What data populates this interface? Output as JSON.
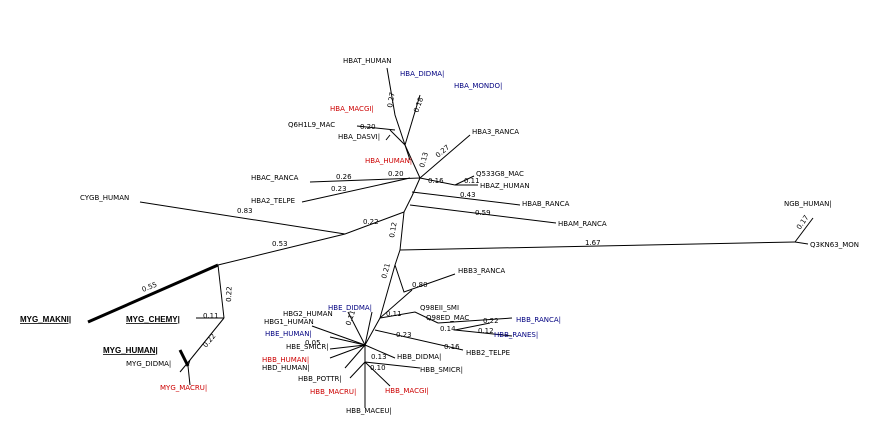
{
  "colors": {
    "black": "#000000",
    "red": "#cc0000",
    "blue": "#000080"
  },
  "tree": {
    "taxa": {
      "hbat_human": "HBAT_HUMAN",
      "hba_didma": "HBA_DIDMA|",
      "hba_mondo": "HBA_MONDO|",
      "hba_macgi": "HBA_MACGI|",
      "q6h1l9_mac": "Q6H1L9_MAC",
      "hba_dasvi": "HBA_DASVI|",
      "hba_human": "HBA_HUMAN|",
      "hba3_ranca": "HBA3_RANCA",
      "hbac_ranca": "HBAC_RANCA",
      "hba2_telpe": "HBA2_TELPE",
      "q533g8_mac": "Q533G8_MAC",
      "hbaz_human": "HBAZ_HUMAN",
      "hbab_ranca": "HBAB_RANCA",
      "hbam_ranca": "HBAM_RANCA",
      "cygb_human": "CYGB_HUMAN",
      "ngb_human": "NGB_HUMAN|",
      "q3kn63_mon": "Q3KN63_MON",
      "myg_makni": "MYG_MAKNI|",
      "myg_chemy": "MYG_CHEMY|",
      "myg_human": "MYG_HUMAN|",
      "myg_didma": "MYG_DIDMA|",
      "myg_macru": "MYG_MACRU|",
      "hbb3_ranca": "HBB3_RANCA",
      "hbe_didma": "HBE_DIDMA|",
      "hbg2_human": "HBG2_HUMAN",
      "hbg1_human": "HBG1_HUMAN",
      "hbe_human": "HBE_HUMAN|",
      "hbe_smicr": "HBE_SMICR|",
      "hbb_human": "HBB_HUMAN|",
      "hbd_human": "HBD_HUMAN|",
      "q98eii_smi": "Q98EII_SMI",
      "q98ed_mac": "Q98ED_MAC",
      "hbb_ranca": "HBB_RANCA|",
      "hbb_ranes": "HBB_RANES|",
      "hbb2_telpe": "HBB2_TELPE",
      "hbb_didma": "HBB_DIDMA|",
      "hbb_smicr": "HBB_SMICR|",
      "hbb_pottr": "HBB_POTTR|",
      "hbb_macru": "HBB_MACRU|",
      "hbb_macgi": "HBB_MACGI|",
      "hbb_maceu": "HBB_MACEU|"
    },
    "branch_lengths": {
      "b027": "0.27",
      "b018": "0.18",
      "b020a": "0.20",
      "b013a": "0.13",
      "b027b": "0.27",
      "b026": "0.26",
      "b023": "0.23",
      "b020b": "0.20",
      "b016": "0.16",
      "b011": "0.11",
      "b043": "0.43",
      "b059": "0.59",
      "b022": "0.22",
      "b083": "0.83",
      "b012": "0.12",
      "b053": "0.53",
      "b167": "1.67",
      "b017": "0.17",
      "b055": "0.55",
      "b022b": "0.22",
      "b011b": "0.11",
      "b022c": "0.22",
      "b021": "0.21",
      "b080": "0.80",
      "b011c": "0.11",
      "b022d": "0.22",
      "b014": "0.14",
      "b012b": "0.12",
      "b023b": "0.23",
      "b016b": "0.16",
      "b013b": "0.13",
      "b010": "0.10",
      "b011d": "0.11",
      "b005": "0.05"
    }
  }
}
